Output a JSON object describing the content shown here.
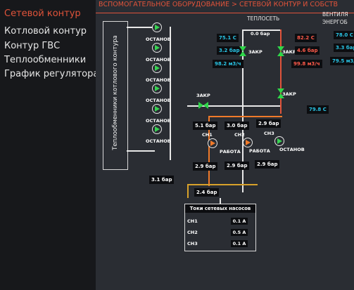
{
  "sidebar": {
    "items": [
      {
        "label": "Сетевой контур",
        "active": true
      },
      {
        "label": "Котловой контур",
        "active": false
      },
      {
        "label": "Контур ГВС",
        "active": false
      },
      {
        "label": "Теплообменники",
        "active": false
      },
      {
        "label": "График регулятора",
        "active": false
      }
    ]
  },
  "header": {
    "breadcrumb": "ВСПОМОГАТЕЛЬНОЕ ОБОРУДОВАНИЕ > СЕТЕВОЙ КОНТУР И СОБСТВ"
  },
  "boiler": {
    "label": "Теплообменники котлового контура",
    "pumps": [
      {
        "status": "ОСТАНОВ"
      },
      {
        "status": "ОСТАНОВ"
      },
      {
        "status": "ОСТАНОВ"
      },
      {
        "status": "ОСТАНОВ"
      },
      {
        "status": "ОСТАНОВ"
      },
      {
        "status": "ОСТАНОВ"
      }
    ],
    "pressure_out": "3.1 бар",
    "pressure_main": "2.4 бар"
  },
  "heating_network": {
    "title": "ТЕПЛОСЕТЬ",
    "supply": {
      "temperature": "75.1 С",
      "pressure": "3.2 бар",
      "flow": "98.2 м3/ч"
    },
    "return": {
      "temperature": "82.2 С",
      "pressure": "4.6 бар",
      "flow": "99.8 м3/ч"
    },
    "diff_pressure": "0.0 бар",
    "valve_supply": "ЗАКР",
    "valve_return": "ЗАКР",
    "valve_bypass_left": "ЗАКР",
    "valve_bypass_right": "ЗАКР",
    "mix_temperature": "79.8 С"
  },
  "ventilation": {
    "title_line1": "ВЕНТИЛЯ",
    "title_line2": "ЭНЕРГОБ",
    "temperature": "78.0 С",
    "pressure": "3.3 бар",
    "flow": "79.5 м3/ч"
  },
  "network_pumps": [
    {
      "name": "СН1",
      "status": "",
      "p_in": "2.9 бар",
      "p_out": "5.1 бар"
    },
    {
      "name": "СН2",
      "status": "РАБОТА",
      "p_in": "2.9 бар",
      "p_out": "3.0 бар"
    },
    {
      "name": "СН3",
      "status": "ОСТАНОВ",
      "p_in": "2.9 бар",
      "p_out": "2.9 бар"
    }
  ],
  "pump1_status": "РАБОТА",
  "currents": {
    "title": "Токи сетевых насосов",
    "rows": [
      {
        "label": "СН1",
        "value": "0.1 А"
      },
      {
        "label": "СН2",
        "value": "0.5 А"
      },
      {
        "label": "СН3",
        "value": "0.1 А"
      }
    ]
  },
  "colors": {
    "accent": "#e0533a",
    "run": "#39d353",
    "cyan": "#29c5e6",
    "red_value": "#ff5a4a"
  }
}
